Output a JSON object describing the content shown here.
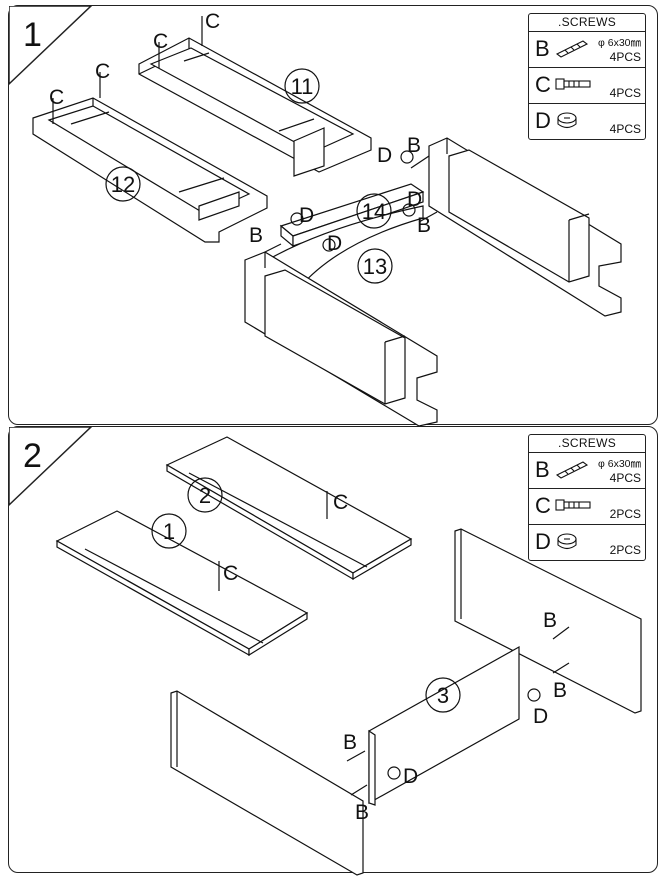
{
  "steps": [
    {
      "number": "1",
      "parts": [
        "11",
        "12",
        "14",
        "13"
      ],
      "screws_header": ".SCREWS",
      "screws": [
        {
          "letter": "B",
          "spec": "φ 6x30㎜",
          "qty": "4PCS",
          "icon": "dowel-pin-icon"
        },
        {
          "letter": "C",
          "spec": "",
          "qty": "4PCS",
          "icon": "cam-bolt-icon"
        },
        {
          "letter": "D",
          "spec": "",
          "qty": "4PCS",
          "icon": "cam-lock-icon"
        }
      ],
      "callouts": [
        "C",
        "C",
        "C",
        "C",
        "D",
        "B",
        "D",
        "D",
        "B",
        "B",
        "D"
      ]
    },
    {
      "number": "2",
      "parts": [
        "2",
        "1",
        "3"
      ],
      "screws_header": ".SCREWS",
      "screws": [
        {
          "letter": "B",
          "spec": "φ 6x30㎜",
          "qty": "4PCS",
          "icon": "dowel-pin-icon"
        },
        {
          "letter": "C",
          "spec": "",
          "qty": "2PCS",
          "icon": "cam-bolt-icon"
        },
        {
          "letter": "D",
          "spec": "",
          "qty": "2PCS",
          "icon": "cam-lock-icon"
        }
      ],
      "callouts": [
        "C",
        "C",
        "B",
        "B",
        "D",
        "B",
        "D",
        "B"
      ]
    }
  ],
  "colors": {
    "line": "#111111",
    "panel_border": "#222222",
    "background": "#ffffff"
  }
}
